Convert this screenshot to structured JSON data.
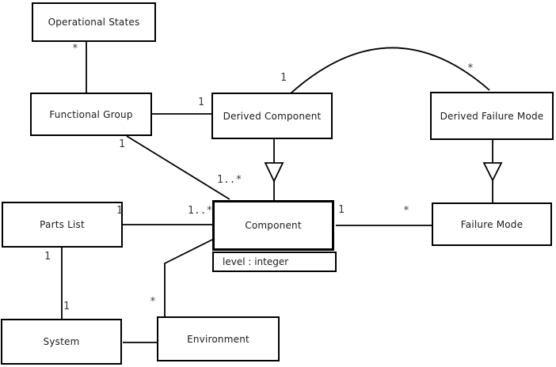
{
  "diagram": {
    "type": "uml-class-diagram",
    "background_color": "#ffffff",
    "line_color": "#000000",
    "text_color": "#1a1a1a",
    "classes": {
      "operational_states": {
        "name": "Operational States"
      },
      "functional_group": {
        "name": "Functional Group"
      },
      "derived_component": {
        "name": "Derived Component"
      },
      "derived_failure_mode": {
        "name": "Derived Failure Mode"
      },
      "parts_list": {
        "name": "Parts List"
      },
      "component": {
        "name": "Component",
        "attribute": "level : integer"
      },
      "failure_mode": {
        "name": "Failure Mode"
      },
      "system": {
        "name": "System"
      },
      "environment": {
        "name": "Environment"
      }
    },
    "multiplicities": {
      "op_states_star": "*",
      "fg_to_dc_one": "1",
      "fg_diagonal_one": "1",
      "fg_diagonal_many": "1..*",
      "arc_dc_one": "1",
      "arc_dfm_star": "*",
      "parts_list_one": "1",
      "parts_to_comp_many": "1..*",
      "parts_bottom_one": "1",
      "system_top_one": "1",
      "env_top_star": "*",
      "comp_right_one": "1",
      "fm_left_star": "*"
    }
  }
}
